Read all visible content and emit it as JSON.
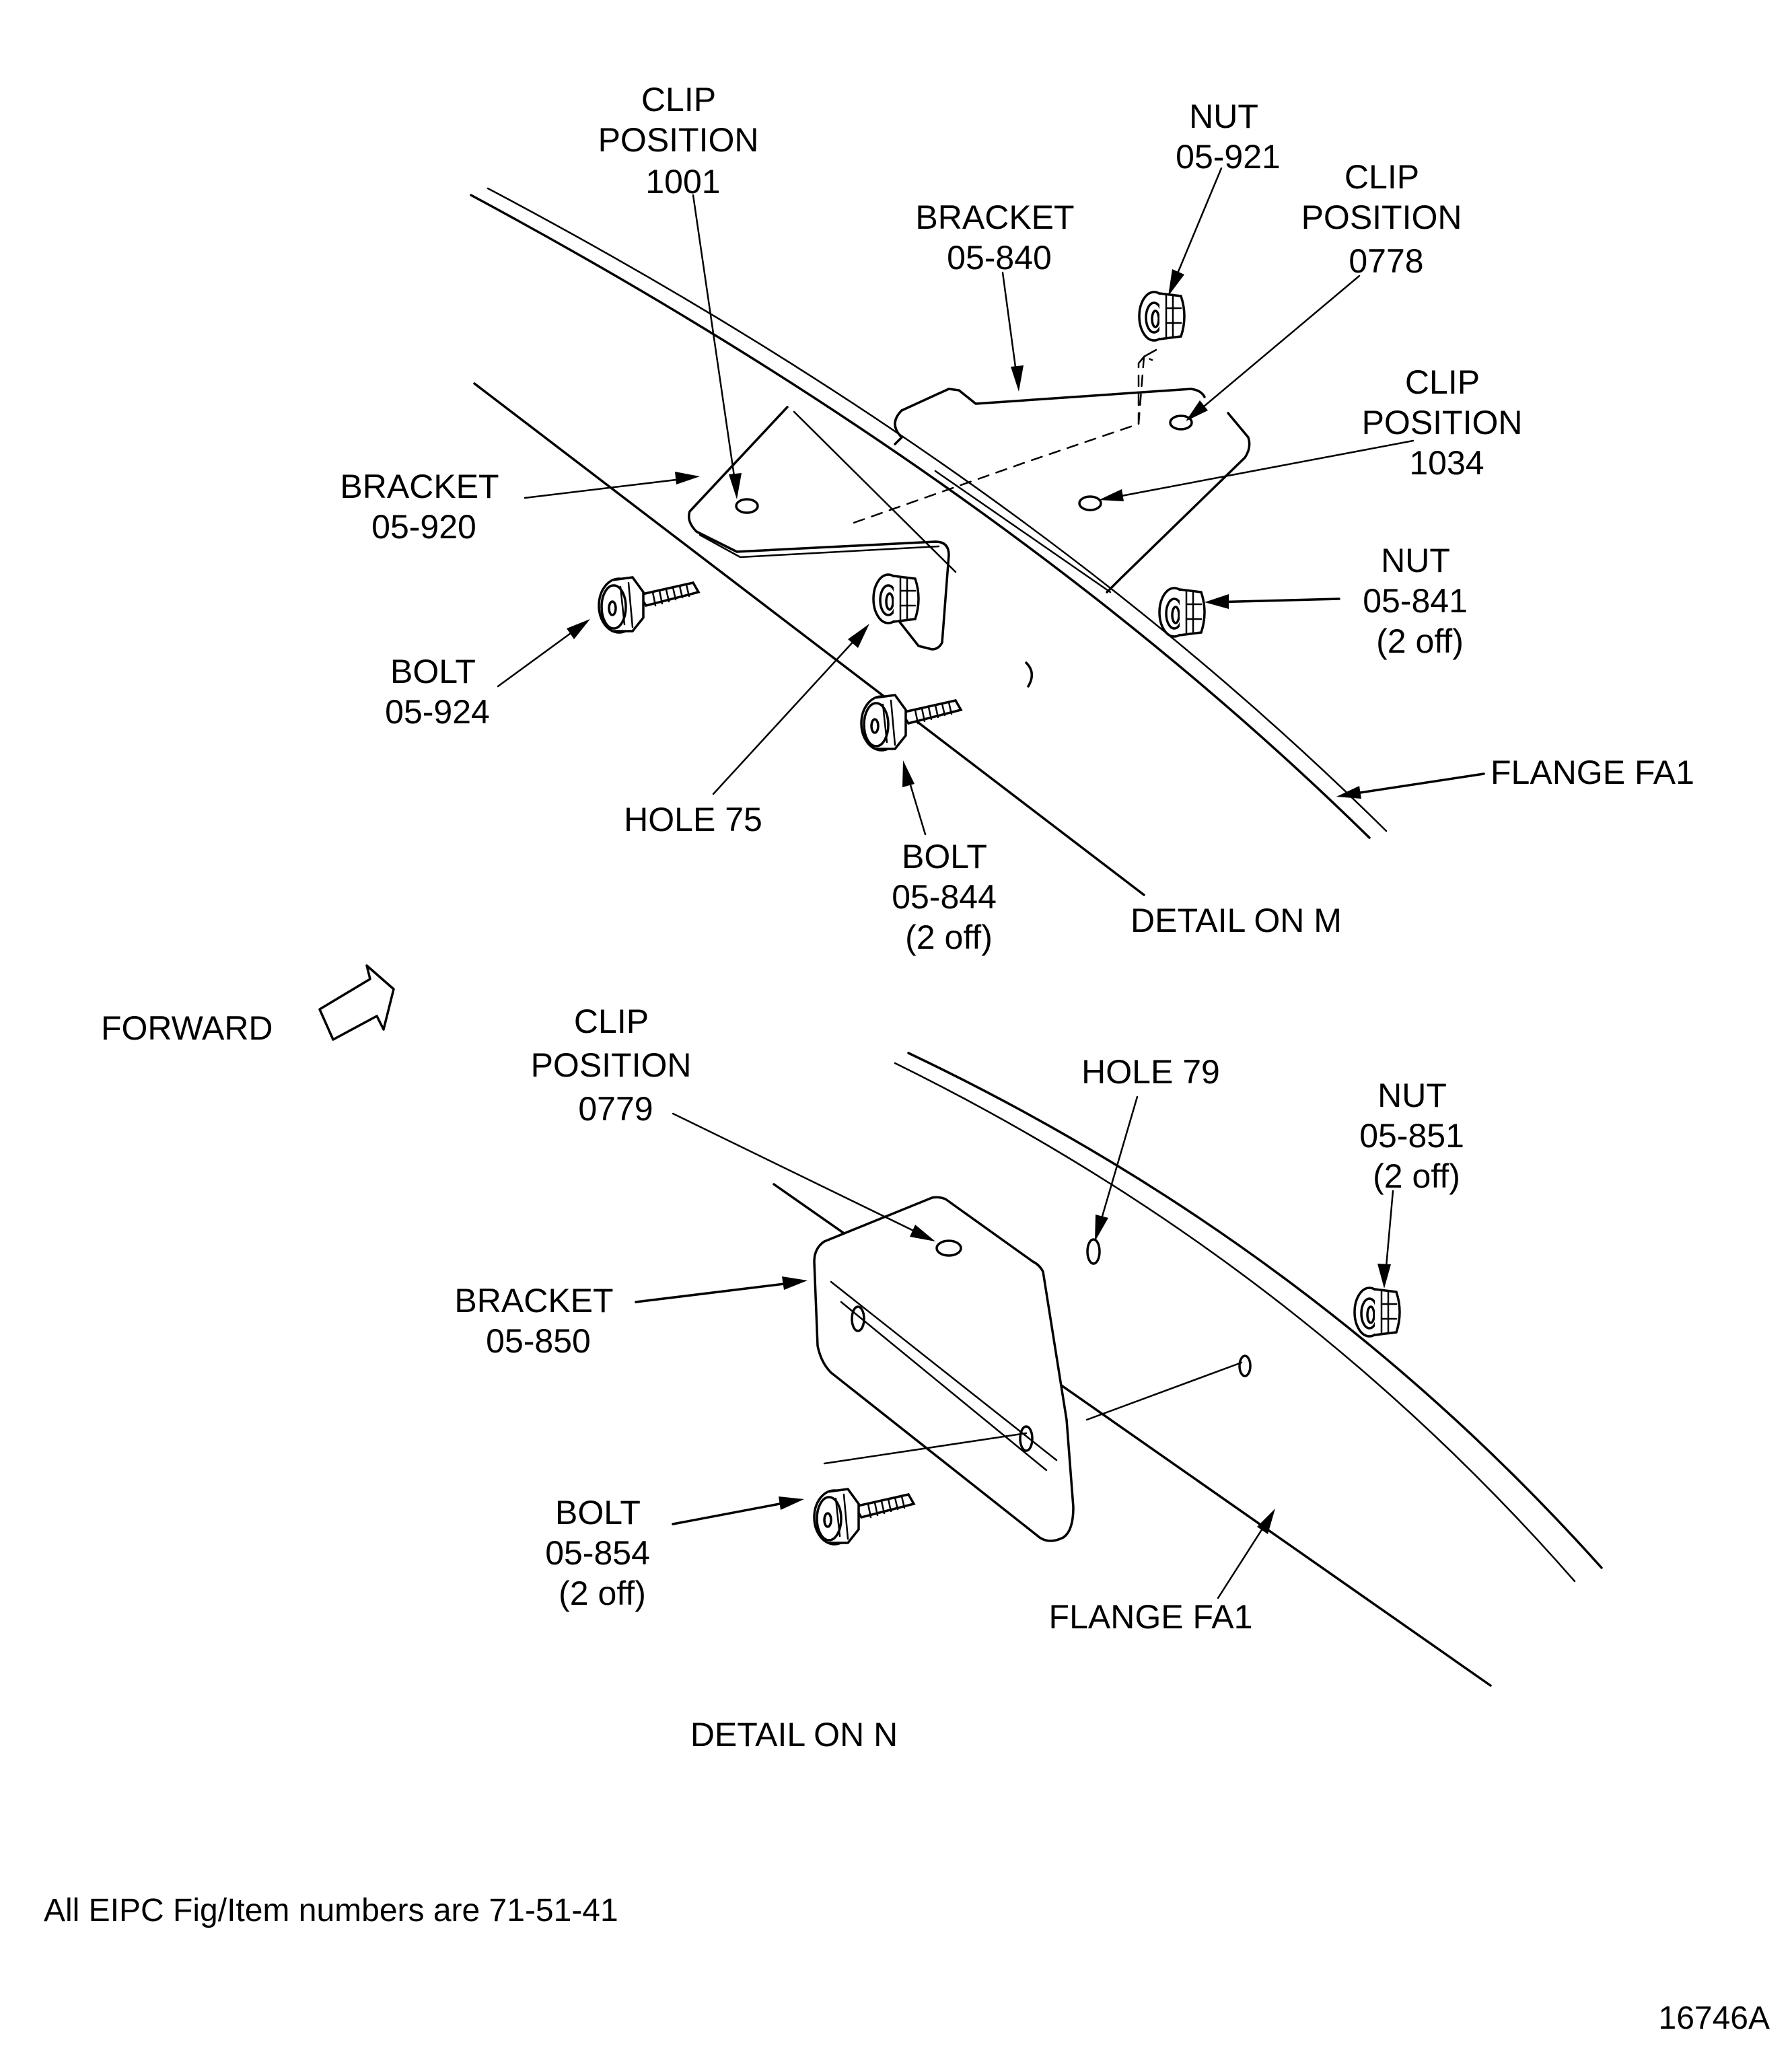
{
  "figure": {
    "id": "16746A",
    "note": "All EIPC Fig/Item numbers are 71-51-41",
    "forward_label": "FORWARD"
  },
  "detail_m": {
    "title": "DETAIL ON M",
    "callouts": {
      "clip_1001": [
        "CLIP",
        "POSITION",
        "1001"
      ],
      "bracket_840": [
        "BRACKET",
        "05-840"
      ],
      "nut_921": [
        "NUT",
        "05-921"
      ],
      "clip_0778": [
        "CLIP",
        "POSITION",
        "0778"
      ],
      "clip_1034": [
        "CLIP",
        "POSITION",
        "1034"
      ],
      "bracket_920": [
        "BRACKET",
        "05-920"
      ],
      "nut_841": [
        "NUT",
        "05-841",
        "(2 off)"
      ],
      "bolt_924": [
        "BOLT",
        "05-924"
      ],
      "flange": [
        "FLANGE FA1"
      ],
      "hole_75": [
        "HOLE 75"
      ],
      "bolt_844": [
        "BOLT",
        "05-844",
        "(2 off)"
      ]
    }
  },
  "detail_n": {
    "title": "DETAIL ON N",
    "callouts": {
      "clip_0779": [
        "CLIP",
        "POSITION",
        "0779"
      ],
      "hole_79": [
        "HOLE 79"
      ],
      "nut_851": [
        "NUT",
        "05-851",
        "(2 off)"
      ],
      "bracket_850": [
        "BRACKET",
        "05-850"
      ],
      "bolt_854": [
        "BOLT",
        "05-854",
        "(2 off)"
      ],
      "flange": [
        "FLANGE FA1"
      ]
    }
  }
}
